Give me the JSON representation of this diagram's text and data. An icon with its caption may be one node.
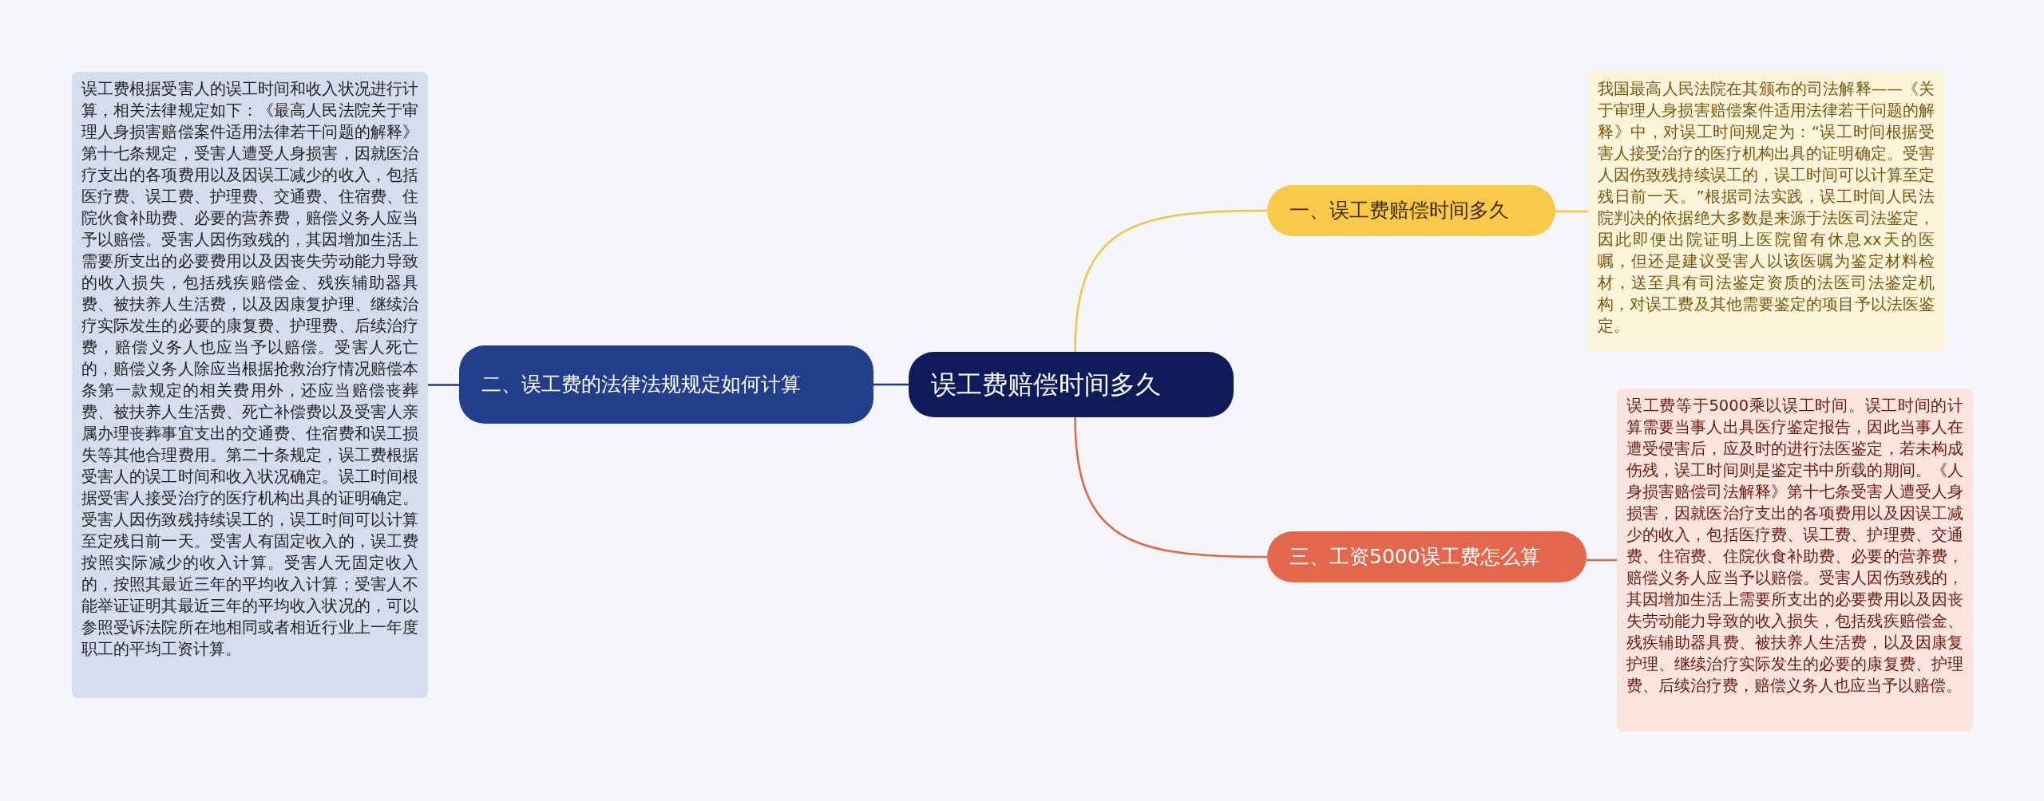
{
  "diagram": {
    "nodes": [
      {
        "text": [
          "误工费赔偿时间多久"
        ]
      },
      {
        "text": [
          "一、误工费赔偿时间多久"
        ]
      },
      {
        "text": [
          "我国最高人民法院在其颁布的司法解释——《关于审理人身损害赔偿案件适用法律若干问题的解释》中，对误工时间规定为：“误工时间根据受害人接受治疗的医疗机构出具的证明确定。受害人因伤致残持续误工的，误工时间可以计算至定残日前一天。”根据司法实践，误工时间人民法院判决的依据绝大多数是来源于法医司法鉴定，因此即便出院证明上医院留有休息xx天的医嘱，但还是建议受害人以该医嘱为鉴定材料检材，送至具有司法鉴定资质的法医司法鉴定机构，对误工费及其他需要鉴定的项目予以法医鉴定。"
        ]
      },
      {
        "text": [
          "二、误工费的法律法规规定如何计算"
        ]
      },
      {
        "text": [
          "误工费根据受害人的误工时间和收入状况进行计算，相关法律规定如下：《最高人民法院关于审理人身损害赔偿案件适用法律若干问题的解释》第十七条规定，受害人遭受人身损害，因就医治疗支出的各项费用以及因误工减少的收入，包括医疗费、误工费、护理费、交通费、住宿费、住院伙食补助费、必要的营养费，赔偿义务人应当予以赔偿。受害人因伤致残的，其因增加生活上需要所支出的必要费用以及因丧失劳动能力导致的收入损失，包括残疾赔偿金、残疾辅助器具费、被扶养人生活费，以及因康复护理、继续治疗实际发生的必要的康复费、护理费、后续治疗费，赔偿义务人也应当予以赔偿。受害人死亡的，赔偿义务人除应当根据抢救治疗情况赔偿本条第一款规定的相关费用外，还应当赔偿丧葬费、被扶养人生活费、死亡补偿费以及受害人亲属办理丧葬事宜支出的交通费、住宿费和误工损失等其他合理费用。第二十条规定，误工费根据受害人的误工时间和收入状况确定。误工时间根据受害人接受治疗的医疗机构出具的证明确定。受害人因伤致残持续误工的，误工时间可以计算至定残日前一天。受害人有固定收入的，误工费按照实际减少的收入计算。受害人无固定收入的，按照其最近三年的平均收入计算；受害人不能举证证明其最近三年的平均收入状况的，可以参照受诉法院所在地相同或者相近行业上一年度职工的平均工资计算。"
        ]
      },
      {
        "text": [
          "三、工资5000误工费怎么算"
        ]
      },
      {
        "text": [
          "误工费等于5000乘以误工时间。误工时间的计算需要当事人出具医疗鉴定报告，因此当事人在遭受侵害后，应及时的进行法医鉴定，若未构成伤残，误工时间则是鉴定书中所载的期间。《人身损害赔偿司法解释》第十七条受害人遭受人身损害，因就医治疗支出的各项费用以及因误工减少的收入，包括医疗费、误工费、护理费、交通费、住宿费、住院伙食补助费、必要的营养费，赔偿义务人应当予以赔偿。受害人因伤致残的，其因增加生活上需要所支出的必要费用以及因丧失劳动能力导致的收入损失，包括残疾赔偿金、残疾辅助器具费、被扶养人生活费，以及因康复护理、继续治疗实际发生的必要的康复费、护理费、后续治疗费，赔偿义务人也应当予以赔偿。"
        ]
      }
    ],
    "edges": [
      {
        "from": 0,
        "to": 1,
        "arrow": "none",
        "color": "#f5c342"
      },
      {
        "from": 1,
        "to": 2,
        "arrow": "none",
        "color": "#f5c342"
      },
      {
        "from": 0,
        "to": 3,
        "arrow": "none",
        "color": "#1f3a86"
      },
      {
        "from": 3,
        "to": 4,
        "arrow": "none",
        "color": "#1f3a86"
      },
      {
        "from": 0,
        "to": 5,
        "arrow": "none",
        "color": "#e0654b"
      },
      {
        "from": 5,
        "to": 6,
        "arrow": "none",
        "color": "#e0654b"
      }
    ]
  }
}
